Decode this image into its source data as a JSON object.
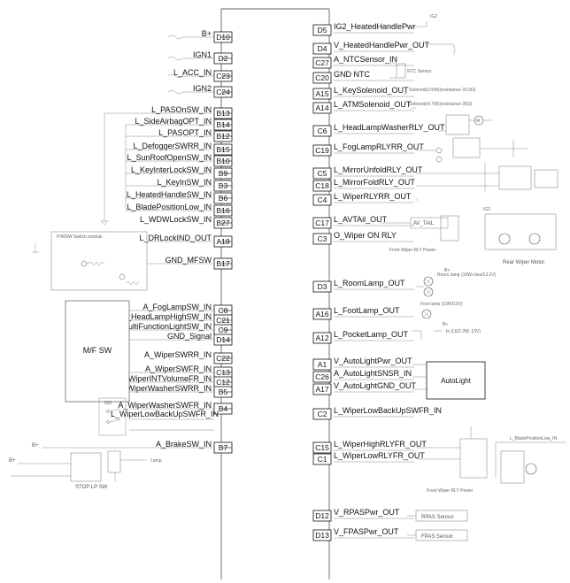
{
  "left_pins": [
    {
      "pin": "D10",
      "signal": "B+"
    },
    {
      "pin": "D2",
      "signal": "IGN1"
    },
    {
      "pin": "C23",
      "signal": "L_ACC_IN"
    },
    {
      "pin": "C24",
      "signal": "IGN2"
    },
    {
      "pin": "B13",
      "signal": "L_PASOnSW_IN"
    },
    {
      "pin": "B14",
      "signal": "L_SideAirbagOPT_IN"
    },
    {
      "pin": "B12",
      "signal": "L_PASOPT_IN"
    },
    {
      "pin": "B15",
      "signal": "L_DefoggerSWRR_IN"
    },
    {
      "pin": "B10",
      "signal": "L_SunRoofOpenSW_IN"
    },
    {
      "pin": "B9",
      "signal": "L_KeyInterLockSW_IN"
    },
    {
      "pin": "B3",
      "signal": "L_KeyInSW_IN"
    },
    {
      "pin": "B6",
      "signal": "L_HeatedHandleSW_IN"
    },
    {
      "pin": "B16",
      "signal": "L_BladePositionLow_IN"
    },
    {
      "pin": "B27",
      "signal": "L_WDWLockSW_IN"
    },
    {
      "pin": "A18",
      "signal": "L_DRLockIND_OUT"
    },
    {
      "pin": "B17",
      "signal": "GND_MFSW"
    },
    {
      "pin": "C8",
      "signal": "A_FogLampSW_IN"
    },
    {
      "pin": "C21",
      "signal": "A_HeadLampHighSW_IN"
    },
    {
      "pin": "C9",
      "signal": "A_MultiFunctionLightSW_IN"
    },
    {
      "pin": "D14",
      "signal": "GND_Signal"
    },
    {
      "pin": "C22",
      "signal": "A_WiperSWRR_IN"
    },
    {
      "pin": "C13",
      "signal": "A_WiperSWFR_IN"
    },
    {
      "pin": "C12",
      "signal": "A_WiperINTVolumeFR_IN"
    },
    {
      "pin": "B5",
      "signal": "A_WiperWasherSWRR_IN"
    },
    {
      "pin": "B4",
      "signal": "A_WiperWasherSWFR_IN"
    },
    {
      "pin": "",
      "signal": "L_WiperLowBackUpSWFR_IN"
    },
    {
      "pin": "B7",
      "signal": "A_BrakeSW_IN"
    }
  ],
  "right_pins": [
    {
      "pin": "D5",
      "signal": "IG2_HeatedHandlePwr"
    },
    {
      "pin": "D4",
      "signal": "V_HeatedHandlePwr_OUT"
    },
    {
      "pin": "C27",
      "signal": "A_NTCSensor_IN"
    },
    {
      "pin": "C20",
      "signal": "GND NTC"
    },
    {
      "pin": "A15",
      "signal": "L_KeySolenoid_OUT"
    },
    {
      "pin": "A14",
      "signal": "L_ATMSolenoid_OUT"
    },
    {
      "pin": "C6",
      "signal": "L_HeadLampWasherRLY_OUT"
    },
    {
      "pin": "C19",
      "signal": "L_FogLampRLYRR_OUT"
    },
    {
      "pin": "C5",
      "signal": "L_MirrorUnfoldRLY_OUT"
    },
    {
      "pin": "C18",
      "signal": "L_MirrorFoldRLY_OUT"
    },
    {
      "pin": "C4",
      "signal": "L_WiperRLYRR_OUT"
    },
    {
      "pin": "C17",
      "signal": "L_AVTAil_OUT"
    },
    {
      "pin": "C3",
      "signal": "O_Wiper ON RLY"
    },
    {
      "pin": "D3",
      "signal": "L_RoomLamp_OUT"
    },
    {
      "pin": "A16",
      "signal": "L_FootLamp_OUT"
    },
    {
      "pin": "A12",
      "signal": "L_PocketLamp_OUT"
    },
    {
      "pin": "A1",
      "signal": "V_AutoLightPwr_OUT"
    },
    {
      "pin": "C26",
      "signal": "A_AutoLightSNSR_IN"
    },
    {
      "pin": "A17",
      "signal": "V_AutoLightGND_OUT"
    },
    {
      "pin": "C2",
      "signal": "L_WiperLowBackUpSWFR_IN"
    },
    {
      "pin": "C15",
      "signal": "L_WiperHighRLYFR_OUT"
    },
    {
      "pin": "C1",
      "signal": "L_WiperLowRLYFR_OUT"
    },
    {
      "pin": "D12",
      "signal": "V_RPASPwr_OUT"
    },
    {
      "pin": "D13",
      "signal": "V_FPASPwr_OUT"
    }
  ],
  "components": {
    "mf_switch": "M/F  SW",
    "autolight": "AutoLight",
    "rpas": "RPAS Sensor",
    "fpas": "FPAS Sensor",
    "pwdw_module": "P/WDW Switch module",
    "stop_lp_sw": "STOP LP SW",
    "lamp": "Lamp",
    "av_tail": "AV_TAIL",
    "rear_wiper_motor": "Rear Wiper Motor",
    "front_wiper_rly_power": "Front Wiper RLY Power",
    "ig2": "IG2",
    "bplus": "B+",
    "room_lamp_note": "Room lamp (10W+3ea/13.2V)",
    "foot_lamp_note": "Foot lamp (10W/13V)",
    "pocket_lamp_note": "In (LED 2W, 13V)",
    "blade_position_low": "L_BladePositionLow_IN",
    "ntc_sensor": "NTC Sensor",
    "key_solenoid_note": "Solenoid(3.5W)(resistance 20.0Ω)",
    "atm_solenoid_note": "Solenoid(4.7W)(resistance 35Ω)",
    "motor": "M"
  }
}
